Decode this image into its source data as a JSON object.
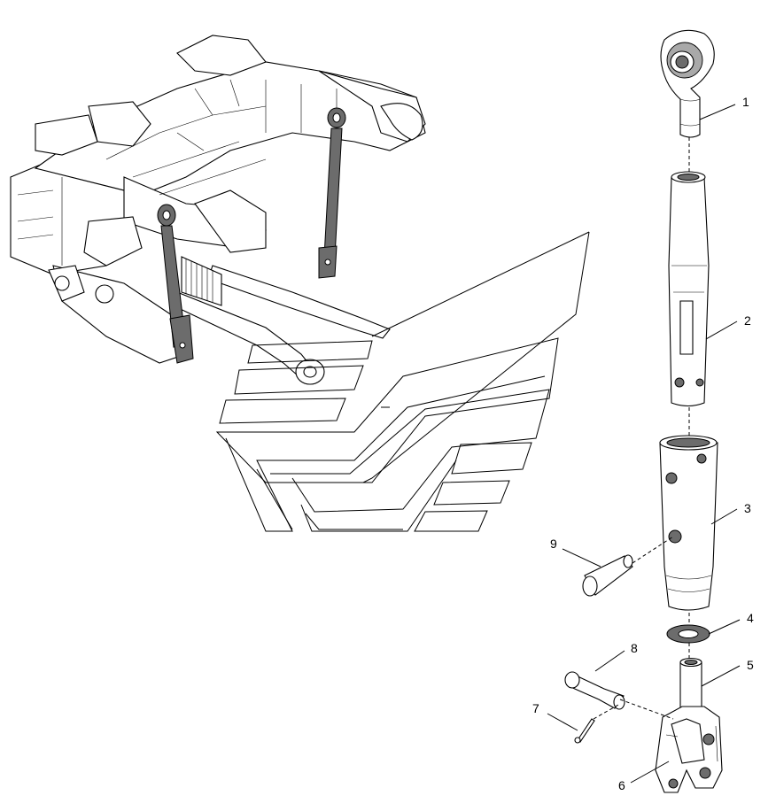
{
  "callouts": [
    {
      "id": "1",
      "text": "1"
    },
    {
      "id": "2",
      "text": "2"
    },
    {
      "id": "3",
      "text": "3"
    },
    {
      "id": "4",
      "text": "4"
    },
    {
      "id": "5",
      "text": "5"
    },
    {
      "id": "6",
      "text": "6"
    },
    {
      "id": "7",
      "text": "7"
    },
    {
      "id": "8",
      "text": "8"
    },
    {
      "id": "9",
      "text": "9"
    }
  ],
  "colors": {
    "line": "#000000",
    "shade": "#6c6c6c",
    "background": "#ffffff"
  }
}
